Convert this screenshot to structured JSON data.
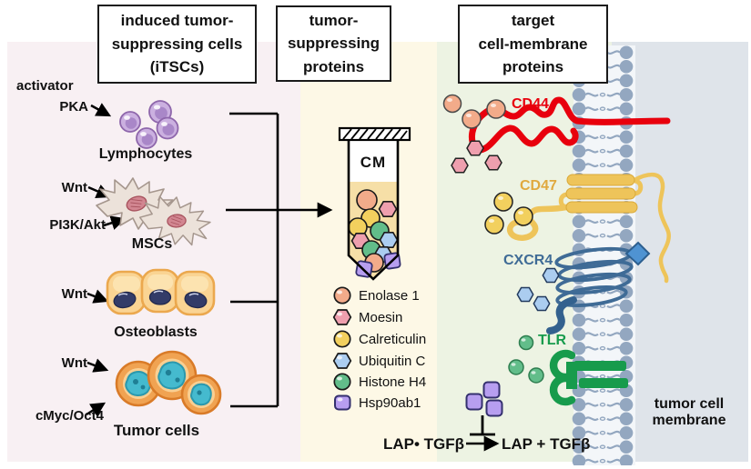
{
  "figure": {
    "headers": {
      "itscs": "induced tumor-\nsuppressing cells\n(iTSCs)",
      "proteins": "tumor-\nsuppressing\nproteins",
      "targets": "target\ncell-membrane\nproteins"
    },
    "left_panel": {
      "activator_label": "activator",
      "rows": [
        {
          "activator": "PKA",
          "cell": "Lymphocytes"
        },
        {
          "activator": "Wnt",
          "activator2": "PI3K/Akt",
          "cell": "MSCs"
        },
        {
          "activator": "Wnt",
          "cell": "Osteoblasts"
        },
        {
          "activator": "Wnt",
          "activator2": "cMyc/Oct4",
          "cell": "Tumor cells"
        }
      ]
    },
    "tube": {
      "label": "CM"
    },
    "legend": {
      "items": [
        {
          "name": "Enolase 1",
          "shape": "circle",
          "color": "#f2ab8a"
        },
        {
          "name": "Moesin",
          "shape": "hexagon",
          "color": "#ee9fae"
        },
        {
          "name": "Calreticulin",
          "shape": "circle",
          "color": "#f2d05e"
        },
        {
          "name": "Ubiquitin C",
          "shape": "hexagon",
          "color": "#abcdf0"
        },
        {
          "name": "Histone H4",
          "shape": "circle",
          "color": "#62bd8a"
        },
        {
          "name": "Hsp90ab1",
          "shape": "rounded-square",
          "color": "#b79ef0"
        }
      ]
    },
    "membrane_proteins": [
      {
        "name": "CD44",
        "color": "#e8000d"
      },
      {
        "name": "CD47",
        "color": "#e0a93e"
      },
      {
        "name": "CXCR4",
        "color": "#3f6b96"
      },
      {
        "name": "TLR",
        "color": "#179b4c"
      }
    ],
    "membrane_label": "tumor cell\nmembrane",
    "reaction": {
      "substrate": "LAP• TGFβ",
      "product": "LAP + TGFβ"
    }
  }
}
